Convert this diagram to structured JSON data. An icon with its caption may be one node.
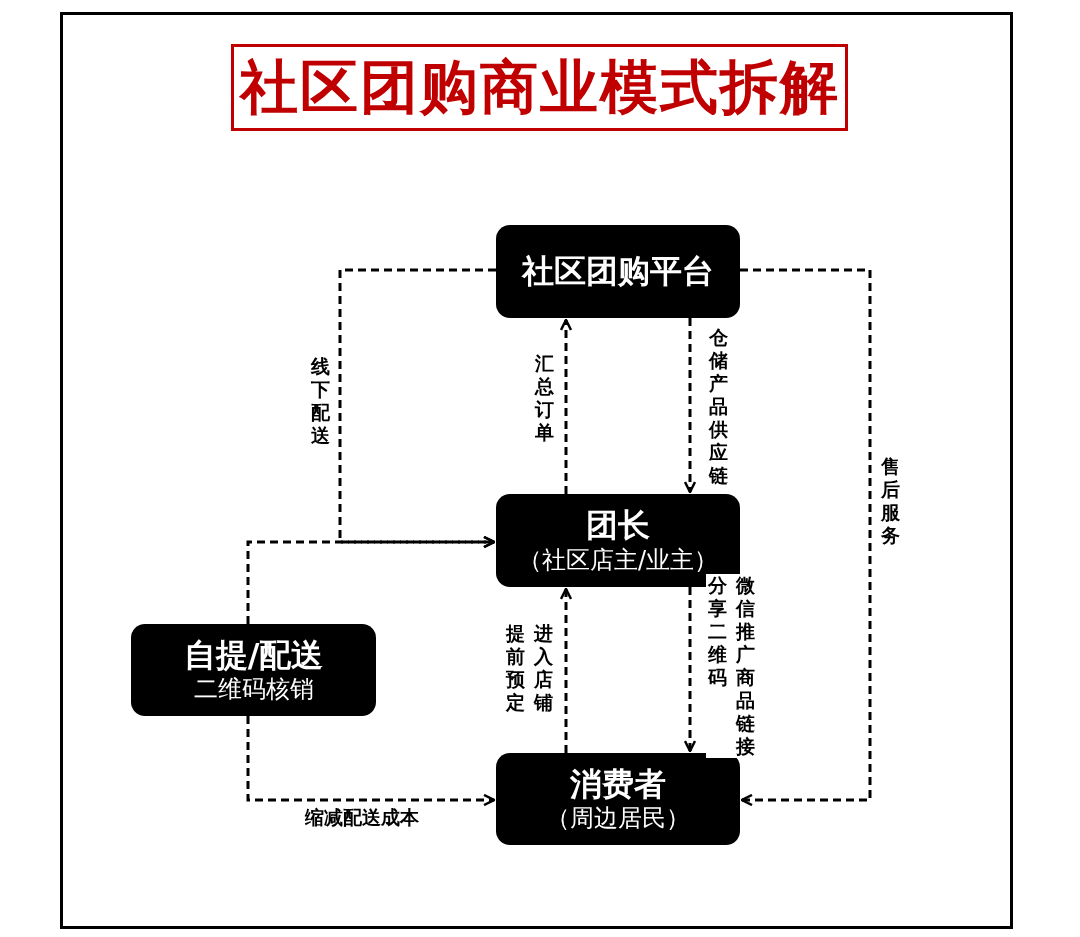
{
  "diagram": {
    "title": "社区团购商业模式拆解",
    "nodes": [
      {
        "text": [
          "社区团购平台"
        ]
      },
      {
        "text": [
          "团长",
          "（社区店主/业主）"
        ]
      },
      {
        "text": [
          "自提/配送",
          "二维码核销"
        ]
      },
      {
        "text": [
          "消费者",
          "（周边居民）"
        ]
      }
    ],
    "edges": [
      {
        "from": 0,
        "to": 1,
        "arrow": "to",
        "style": "dashed",
        "label": "仓储产品供应链"
      },
      {
        "from": 1,
        "to": 0,
        "arrow": "to",
        "style": "dashed",
        "label": "汇总订单"
      },
      {
        "from": 1,
        "to": 3,
        "arrow": "to",
        "style": "dashed",
        "label": "微信推广商品链接分享二维码"
      },
      {
        "from": 3,
        "to": 1,
        "arrow": "to",
        "style": "dashed",
        "label": "进入店铺提前预定"
      },
      {
        "from": 0,
        "to": 1,
        "arrow": "to",
        "style": "dashed",
        "label": "线下配送"
      },
      {
        "from": 2,
        "to": 1,
        "arrow": "to",
        "style": "dashed"
      },
      {
        "from": 2,
        "to": 3,
        "arrow": "to",
        "style": "dashed",
        "label": "缩减配送成本"
      },
      {
        "from": 0,
        "to": 3,
        "arrow": "to",
        "style": "dashed",
        "label": "售后服务"
      }
    ]
  }
}
